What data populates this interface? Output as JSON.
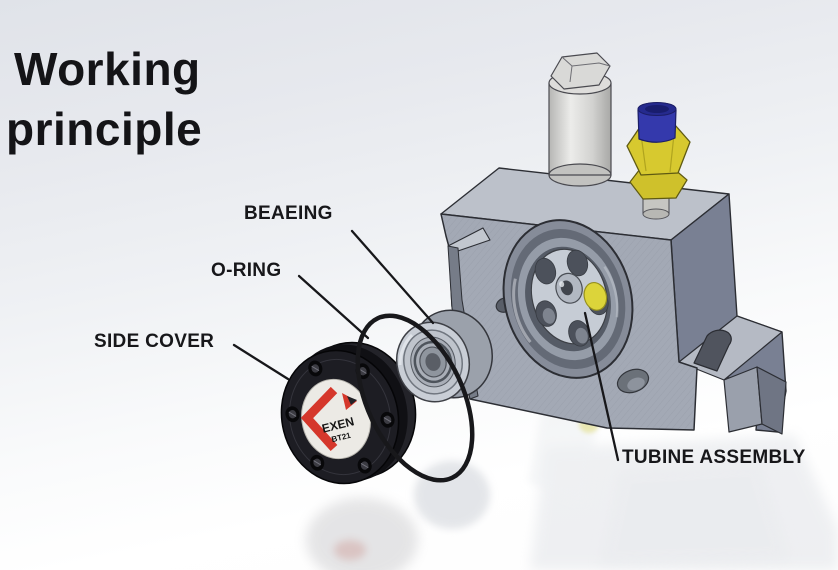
{
  "title": {
    "line1": "Working",
    "line2": "principle"
  },
  "labels": {
    "bearing": "BEAEING",
    "o_ring": "O-RING",
    "side_cover": "SIDE COVER",
    "turbine_assembly": "TUBINE ASSEMBLY"
  },
  "side_cover_logo": {
    "brand": "EXEN",
    "model": "BT21"
  },
  "colors": {
    "housing_gray": "#a3a9b5",
    "fitting_brass_yellow": "#d7c92f",
    "inlet_cap_blue": "#3439ac",
    "turbine_weight_yellow": "#dcd43a",
    "side_cover_black": "#1d1d23",
    "logo_red": "#d5372b",
    "o_ring_black": "#18181b",
    "label_text": "#17171a"
  }
}
